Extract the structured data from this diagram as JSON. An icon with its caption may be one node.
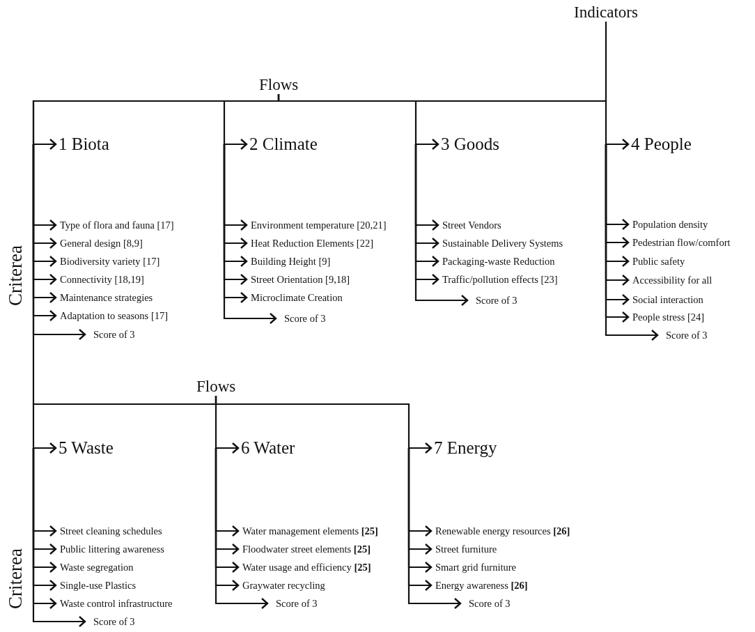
{
  "diagram": {
    "nodes": [
      {
        "text": [
          "Indicators"
        ]
      },
      {
        "text": [
          "Flows"
        ]
      },
      {
        "text": [
          "1 Biota"
        ]
      },
      {
        "text": [
          "2 Climate"
        ]
      },
      {
        "text": [
          "3 Goods"
        ]
      },
      {
        "text": [
          "4 People"
        ]
      },
      {
        "text": [
          "Type of flora and fauna [17]"
        ]
      },
      {
        "text": [
          "General design [8,9]"
        ]
      },
      {
        "text": [
          "Biodiversity variety [17]"
        ]
      },
      {
        "text": [
          "Connectivity [18,19]"
        ]
      },
      {
        "text": [
          "Maintenance strategies"
        ]
      },
      {
        "text": [
          "Adaptation to seasons [17]"
        ]
      },
      {
        "text": [
          "Score of 3"
        ]
      },
      {
        "text": [
          "Environment temperature [20,21]"
        ]
      },
      {
        "text": [
          "Heat Reduction Elements [22]"
        ]
      },
      {
        "text": [
          "Building Height [9]"
        ]
      },
      {
        "text": [
          "Street Orientation [9,18]"
        ]
      },
      {
        "text": [
          "Microclimate Creation"
        ]
      },
      {
        "text": [
          "Score of 3"
        ]
      },
      {
        "text": [
          "Street Vendors"
        ]
      },
      {
        "text": [
          "Sustainable Delivery Systems"
        ]
      },
      {
        "text": [
          "Packaging-waste Reduction"
        ]
      },
      {
        "text": [
          "Traffic/pollution effects [23]"
        ]
      },
      {
        "text": [
          "Score of 3"
        ]
      },
      {
        "text": [
          "Population density"
        ]
      },
      {
        "text": [
          "Pedestrian flow/comfort"
        ]
      },
      {
        "text": [
          "Public safety"
        ]
      },
      {
        "text": [
          "Accessibility for all"
        ]
      },
      {
        "text": [
          "Social interaction"
        ]
      },
      {
        "text": [
          "People stress [24]"
        ]
      },
      {
        "text": [
          "Score of 3"
        ]
      },
      {
        "text": [
          "Flows"
        ]
      },
      {
        "text": [
          "5 Waste"
        ]
      },
      {
        "text": [
          "6 Water"
        ]
      },
      {
        "text": [
          "7 Energy"
        ]
      },
      {
        "text": [
          "Street cleaning schedules"
        ]
      },
      {
        "text": [
          "Public littering awareness"
        ]
      },
      {
        "text": [
          "Waste segregation"
        ]
      },
      {
        "text": [
          "Single-use Plastics"
        ]
      },
      {
        "text": [
          "Waste control infrastructure"
        ]
      },
      {
        "text": [
          "Score of 3"
        ]
      },
      {
        "text": [
          "Water management elements **[25]**"
        ]
      },
      {
        "text": [
          "Floodwater street elements **[25]**"
        ]
      },
      {
        "text": [
          "Water usage and efficiency **[25]**"
        ]
      },
      {
        "text": [
          "Graywater recycling"
        ]
      },
      {
        "text": [
          "Score of 3"
        ]
      },
      {
        "text": [
          "Renewable energy resources **[26]**"
        ]
      },
      {
        "text": [
          "Street furniture"
        ]
      },
      {
        "text": [
          "Smart grid furniture"
        ]
      },
      {
        "text": [
          "Energy awareness **[26]**"
        ]
      },
      {
        "text": [
          "Score of 3"
        ]
      }
    ],
    "edges": [
      {
        "from": 0,
        "to": 1,
        "arrow": "none"
      },
      {
        "from": 1,
        "to": 2,
        "arrow": "to"
      },
      {
        "from": 1,
        "to": 3,
        "arrow": "to"
      },
      {
        "from": 1,
        "to": 4,
        "arrow": "to"
      },
      {
        "from": 1,
        "to": 5,
        "arrow": "to"
      },
      {
        "from": 2,
        "to": 6,
        "arrow": "to"
      },
      {
        "from": 2,
        "to": 7,
        "arrow": "to"
      },
      {
        "from": 2,
        "to": 8,
        "arrow": "to"
      },
      {
        "from": 2,
        "to": 9,
        "arrow": "to"
      },
      {
        "from": 2,
        "to": 10,
        "arrow": "to"
      },
      {
        "from": 2,
        "to": 11,
        "arrow": "to"
      },
      {
        "from": 2,
        "to": 12,
        "arrow": "to"
      },
      {
        "from": 3,
        "to": 13,
        "arrow": "to"
      },
      {
        "from": 3,
        "to": 14,
        "arrow": "to"
      },
      {
        "from": 3,
        "to": 15,
        "arrow": "to"
      },
      {
        "from": 3,
        "to": 16,
        "arrow": "to"
      },
      {
        "from": 3,
        "to": 17,
        "arrow": "to"
      },
      {
        "from": 3,
        "to": 18,
        "arrow": "to"
      },
      {
        "from": 4,
        "to": 19,
        "arrow": "to"
      },
      {
        "from": 4,
        "to": 20,
        "arrow": "to"
      },
      {
        "from": 4,
        "to": 21,
        "arrow": "to"
      },
      {
        "from": 4,
        "to": 22,
        "arrow": "to"
      },
      {
        "from": 4,
        "to": 23,
        "arrow": "to"
      },
      {
        "from": 5,
        "to": 24,
        "arrow": "to"
      },
      {
        "from": 5,
        "to": 25,
        "arrow": "to"
      },
      {
        "from": 5,
        "to": 26,
        "arrow": "to"
      },
      {
        "from": 5,
        "to": 27,
        "arrow": "to"
      },
      {
        "from": 5,
        "to": 28,
        "arrow": "to"
      },
      {
        "from": 5,
        "to": 29,
        "arrow": "to"
      },
      {
        "from": 5,
        "to": 30,
        "arrow": "to"
      },
      {
        "from": 1,
        "to": 31,
        "arrow": "none"
      },
      {
        "from": 31,
        "to": 32,
        "arrow": "to"
      },
      {
        "from": 31,
        "to": 33,
        "arrow": "to"
      },
      {
        "from": 31,
        "to": 34,
        "arrow": "to"
      },
      {
        "from": 32,
        "to": 35,
        "arrow": "to"
      },
      {
        "from": 32,
        "to": 36,
        "arrow": "to"
      },
      {
        "from": 32,
        "to": 37,
        "arrow": "to"
      },
      {
        "from": 32,
        "to": 38,
        "arrow": "to"
      },
      {
        "from": 32,
        "to": 39,
        "arrow": "to"
      },
      {
        "from": 32,
        "to": 40,
        "arrow": "to"
      },
      {
        "from": 33,
        "to": 41,
        "arrow": "to"
      },
      {
        "from": 33,
        "to": 42,
        "arrow": "to"
      },
      {
        "from": 33,
        "to": 43,
        "arrow": "to"
      },
      {
        "from": 33,
        "to": 44,
        "arrow": "to"
      },
      {
        "from": 33,
        "to": 45,
        "arrow": "to"
      },
      {
        "from": 34,
        "to": 46,
        "arrow": "to"
      },
      {
        "from": 34,
        "to": 47,
        "arrow": "to"
      },
      {
        "from": 34,
        "to": 48,
        "arrow": "to"
      },
      {
        "from": 34,
        "to": 49,
        "arrow": "to"
      },
      {
        "from": 34,
        "to": 50,
        "arrow": "to"
      }
    ],
    "labels": [
      "Criterea",
      "Criterea"
    ]
  }
}
